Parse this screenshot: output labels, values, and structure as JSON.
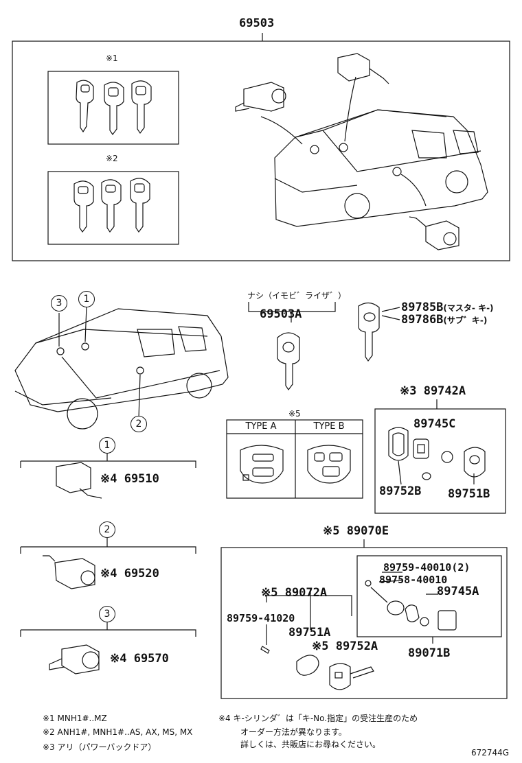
{
  "header_part": "69503",
  "group1_mark": "※1",
  "group2_mark": "※2",
  "immobiliser_note": "ナシ（イモビ゛ライザ゛）",
  "parts": {
    "p69503A": "69503A",
    "p89785B": "89785B",
    "p89785B_note": "(マスタ- キ-)",
    "p89786B": "89786B",
    "p89786B_note": "(サブ゛キ-)",
    "p89742A": "※3 89742A",
    "p89745C": "89745C",
    "p89752B": "89752B",
    "p89751B": "89751B",
    "p69510": "※4 69510",
    "p69520": "※4 69520",
    "p69570": "※4 69570",
    "p89070E": "※5 89070E",
    "p89759_40010": "89759-40010(2)",
    "p89758_40010": "89758-40010",
    "p89745A": "89745A",
    "p89072A": "※5 89072A",
    "p89759_41020": "89759-41020",
    "p89751A": "89751A",
    "p89752A": "※5 89752A",
    "p89071B": "89071B"
  },
  "type_box": {
    "mark": "※5",
    "type_a": "TYPE A",
    "type_b": "TYPE B"
  },
  "circles": [
    "1",
    "2",
    "3"
  ],
  "footnotes": {
    "n1": "※1  MNH1#..MZ",
    "n2": "※2  ANH1#, MNH1#..AS, AX, MS, MX",
    "n3": "※3  アリ（パワーバックドア）",
    "n4_line1": "※4  キ-シリンダ゛は「キ-No.指定」の受注生産のため",
    "n4_line2": "オーダー方法が異なります。",
    "n4_line3": "詳しくは、共販店にお尋ねください。"
  },
  "drawing_no": "672744G"
}
